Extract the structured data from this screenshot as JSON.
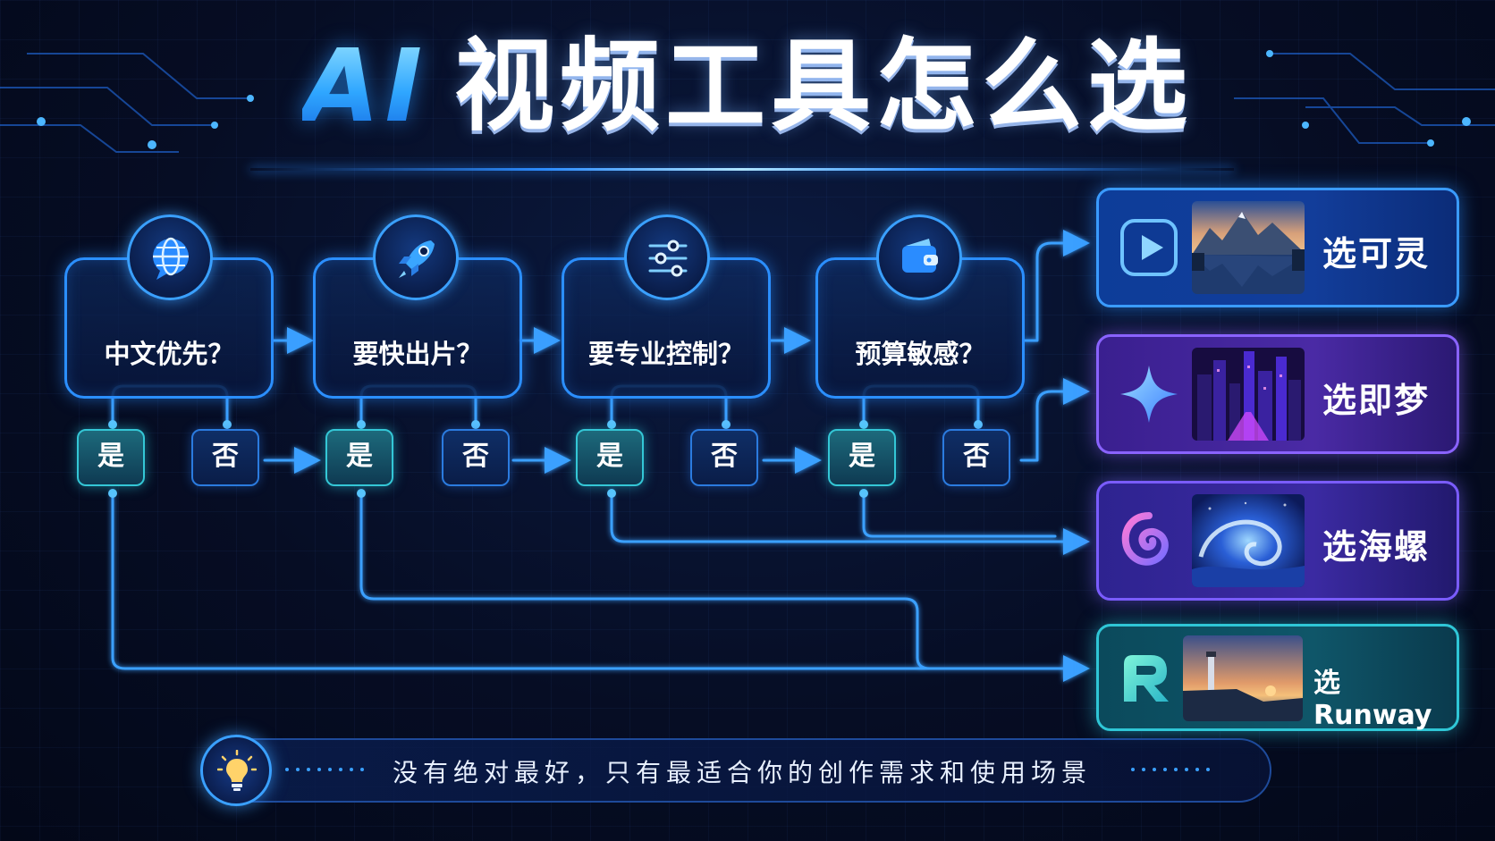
{
  "title": {
    "ai": "AI",
    "rest": "视频工具怎么选"
  },
  "questions": [
    {
      "label": "中文优先？",
      "icon": "globe-chat-icon"
    },
    {
      "label": "要快出片？",
      "icon": "rocket-icon"
    },
    {
      "label": "要专业控制？",
      "icon": "sliders-icon"
    },
    {
      "label": "预算敏感？",
      "icon": "wallet-icon"
    }
  ],
  "answers": {
    "yes": "是",
    "no": "否"
  },
  "results": [
    {
      "label": "选可灵",
      "icon": "play-icon",
      "accent": "#3a9bff"
    },
    {
      "label": "选即梦",
      "icon": "sparkle-icon",
      "accent": "#8a63ff"
    },
    {
      "label": "选海螺",
      "icon": "swirl-icon",
      "accent": "#7a5cff"
    },
    {
      "label": "选 Runway",
      "icon": "runway-logo-icon",
      "accent": "#2fc6d6"
    }
  ],
  "footer": {
    "note": "没有绝对最好，只有最适合你的创作需求和使用场景",
    "icon": "lightbulb-icon"
  },
  "colors": {
    "line": "#3aa0ff",
    "yes": "#34c7d6",
    "no": "#2b7bdf"
  }
}
